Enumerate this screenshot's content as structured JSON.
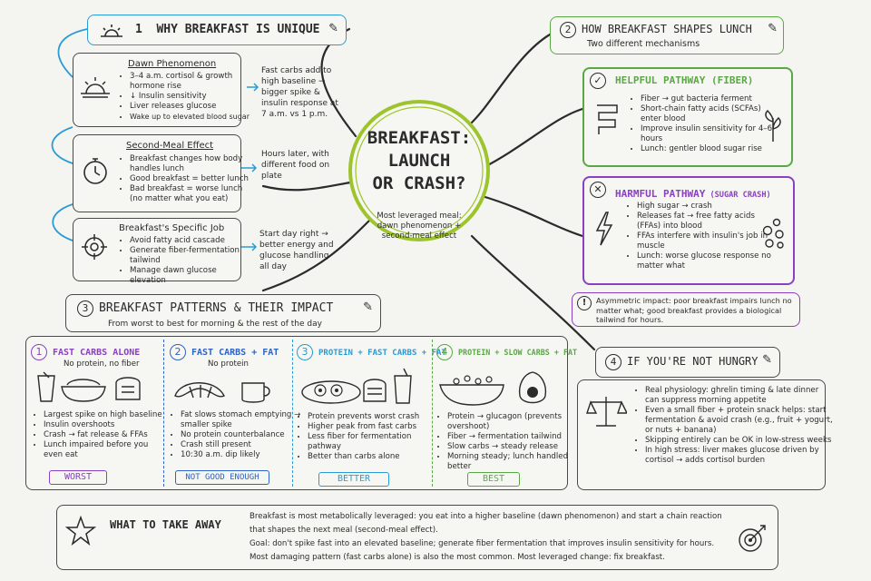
{
  "colors": {
    "cyan": "#2a9bd4",
    "green": "#5aa845",
    "lime": "#9dc42c",
    "purple": "#8a40c0",
    "blue": "#2d62c6",
    "ink": "#2b2b2b"
  },
  "center": {
    "title_line1": "BREAKFAST:",
    "title_line2": "LAUNCH",
    "title_line3": "OR CRASH?",
    "subtitle_line1": "Most leveraged meal:",
    "subtitle_line2": "dawn phenomenon +",
    "subtitle_line3": "second-meal effect"
  },
  "s1": {
    "number": "1",
    "title": "WHY BREAKFAST IS UNIQUE",
    "dawn": {
      "title": "Dawn Phenomenon",
      "items": [
        "3–4 a.m. cortisol & growth hormone rise",
        "↓ Insulin sensitivity",
        "Liver releases glucose",
        "Wake up to elevated blood sugar"
      ],
      "note": "Fast carbs add to high baseline → bigger spike & insulin response at 7 a.m. vs 1 p.m."
    },
    "second": {
      "title": "Second-Meal Effect",
      "items": [
        "Breakfast changes how body handles lunch",
        "Good breakfast = better lunch",
        "Bad breakfast = worse lunch (no matter what you eat)"
      ],
      "note": "Hours later, with different food on plate"
    },
    "job": {
      "title": "Breakfast's Specific Job",
      "items": [
        "Avoid fatty acid cascade",
        "Generate fiber-fermentation tailwind",
        "Manage dawn glucose elevation"
      ],
      "note": "Start day right → better energy and glucose handling all day"
    }
  },
  "s2": {
    "number": "2",
    "title": "HOW BREAKFAST SHAPES LUNCH",
    "subtitle": "Two different mechanisms",
    "helpful": {
      "title": "HELPFUL PATHWAY (FIBER)",
      "items": [
        "Fiber → gut bacteria ferment",
        "Short-chain fatty acids (SCFAs) enter blood",
        "Improve insulin sensitivity for 4–6 hours",
        "Lunch: gentler blood sugar rise"
      ]
    },
    "harmful": {
      "title": "HARMFUL PATHWAY",
      "title_sub": "(SUGAR CRASH)",
      "items": [
        "High sugar → crash",
        "Releases fat → free fatty acids (FFAs) into blood",
        "FFAs interfere with insulin's job in muscle",
        "Lunch: worse glucose response no matter what"
      ]
    },
    "asym": "Asymmetric impact: poor breakfast impairs lunch no matter what; good breakfast provides a biological tailwind for hours."
  },
  "s3": {
    "number": "3",
    "title": "BREAKFAST PATTERNS & THEIR IMPACT",
    "subtitle": "From worst to best for morning & the rest of the day",
    "cols": [
      {
        "number": "1",
        "title": "FAST CARBS ALONE",
        "sub": "No protein, no fiber",
        "items": [
          "Largest spike on high baseline",
          "Insulin overshoots",
          "Crash → fat release & FFAs",
          "Lunch impaired before you even eat"
        ],
        "tag": "WORST"
      },
      {
        "number": "2",
        "title": "FAST CARBS + FAT",
        "sub": "No protein",
        "items": [
          "Fat slows stomach emptying → smaller spike",
          "No protein counterbalance",
          "Crash still present",
          "10:30 a.m. dip likely"
        ],
        "tag": "NOT GOOD ENOUGH"
      },
      {
        "number": "3",
        "title": "PROTEIN + FAST CARBS + FAT",
        "sub": "",
        "items": [
          "Protein prevents worst crash",
          "Higher peak from fast carbs",
          "Less fiber for fermentation pathway",
          "Better than carbs alone"
        ],
        "tag": "BETTER"
      },
      {
        "number": "4",
        "title": "PROTEIN + SLOW CARBS + FAT",
        "sub": "",
        "items": [
          "Protein → glucagon (prevents overshoot)",
          "Fiber → fermentation tailwind",
          "Slow carbs → steady release",
          "Morning steady; lunch handled better"
        ],
        "tag": "BEST"
      }
    ]
  },
  "s4": {
    "number": "4",
    "title": "IF YOU'RE NOT HUNGRY",
    "items": [
      "Real physiology: ghrelin timing & late dinner can suppress morning appetite",
      "Even a small fiber + protein snack helps: start fermentation & avoid crash (e.g., fruit + yogurt, or nuts + banana)",
      "Skipping entirely can be OK in low-stress weeks",
      "In high stress: liver makes glucose driven by cortisol → adds cortisol burden"
    ]
  },
  "takeaway": {
    "title": "WHAT TO TAKE AWAY",
    "line1": "Breakfast is most metabolically leveraged: you eat into a higher baseline (dawn phenomenon) and start a chain reaction",
    "line2": "that shapes the next meal (second-meal effect).",
    "line3": "Goal: don't spike fast into an elevated baseline; generate fiber fermentation that improves insulin sensitivity for hours.",
    "line4": "Most damaging pattern (fast carbs alone) is also the most common. Most leveraged change: fix breakfast."
  }
}
